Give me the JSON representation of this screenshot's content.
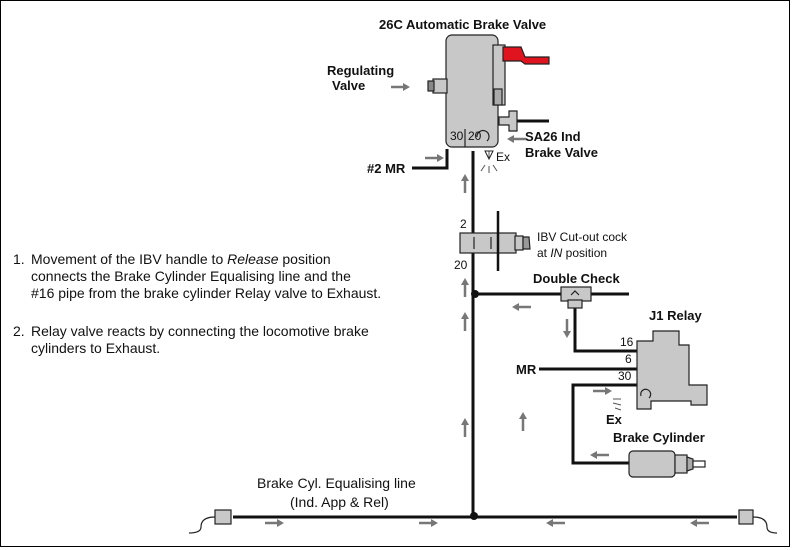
{
  "labels": {
    "brake_valve_title": "26C Automatic Brake Valve",
    "regulating_line1": "Regulating",
    "regulating_line2": "Valve",
    "port_30": "30",
    "port_20": "20",
    "sa26_line1": "SA26 Ind",
    "sa26_line2": "Brake Valve",
    "ex_top": "Ex",
    "mr2": "#2 MR",
    "ibv_port_2": "2",
    "ibv_port_20": "20",
    "ibv_line1": "IBV Cut-out cock",
    "ibv_line2_pre": "at ",
    "ibv_line2_in": "IN",
    "ibv_line2_post": " position",
    "double_check": "Double Check",
    "j1_relay": "J1 Relay",
    "port_16": "16",
    "port_6": "6",
    "port_30b": "30",
    "mr": "MR",
    "ex_relay": "Ex",
    "brake_cylinder": "Brake Cylinder",
    "equalising_line1": "Brake Cyl. Equalising line",
    "equalising_line2": "(Ind. App & Rel)"
  },
  "notes": {
    "n1_num": "1.",
    "n1_l1_pre": "Movement of the IBV handle to ",
    "n1_l1_em": "Release",
    "n1_l1_post": " position",
    "n1_l2": "connects the Brake Cylinder Equalising line and the",
    "n1_l3": "#16 pipe from the brake cylinder Relay valve to Exhaust.",
    "n2_num": "2.",
    "n2_l1": "Relay valve reacts by connecting the locomotive brake",
    "n2_l2": "cylinders to Exhaust."
  },
  "colors": {
    "valve_fill": "#c8c8c8",
    "handle_red": "#e0141e",
    "pipe": "#111111",
    "arrow": "#777777"
  }
}
